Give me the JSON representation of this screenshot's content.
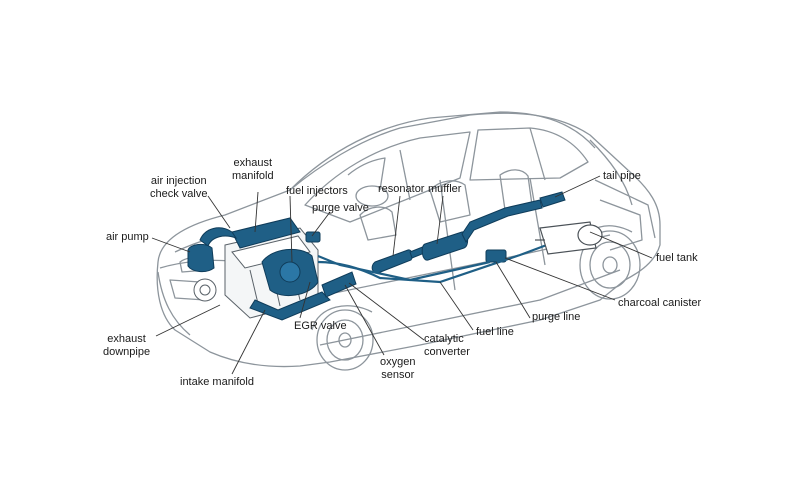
{
  "colors": {
    "component": "#1f5f86",
    "component_dark": "#0f3c5a",
    "car_outline": "#8d959c",
    "leader": "#333333",
    "text": "#1a1a1a"
  },
  "labels": {
    "exhaust_manifold": "exhaust\nmanifold",
    "air_injection_check_valve": "air injection\ncheck valve",
    "fuel_injectors": "fuel injectors",
    "purge_valve": "purge valve",
    "resonator": "resonator",
    "muffler": "muffler",
    "tail_pipe": "tail pipe",
    "air_pump": "air pump",
    "fuel_tank": "fuel tank",
    "charcoal_canister": "charcoal canister",
    "purge_line": "purge line",
    "fuel_line": "fuel line",
    "catalytic_converter": "catalytic\nconverter",
    "oxygen_sensor": "oxygen\nsensor",
    "egr_valve": "EGR valve",
    "exhaust_downpipe": "exhaust\ndownpipe",
    "intake_manifold": "intake manifold"
  }
}
